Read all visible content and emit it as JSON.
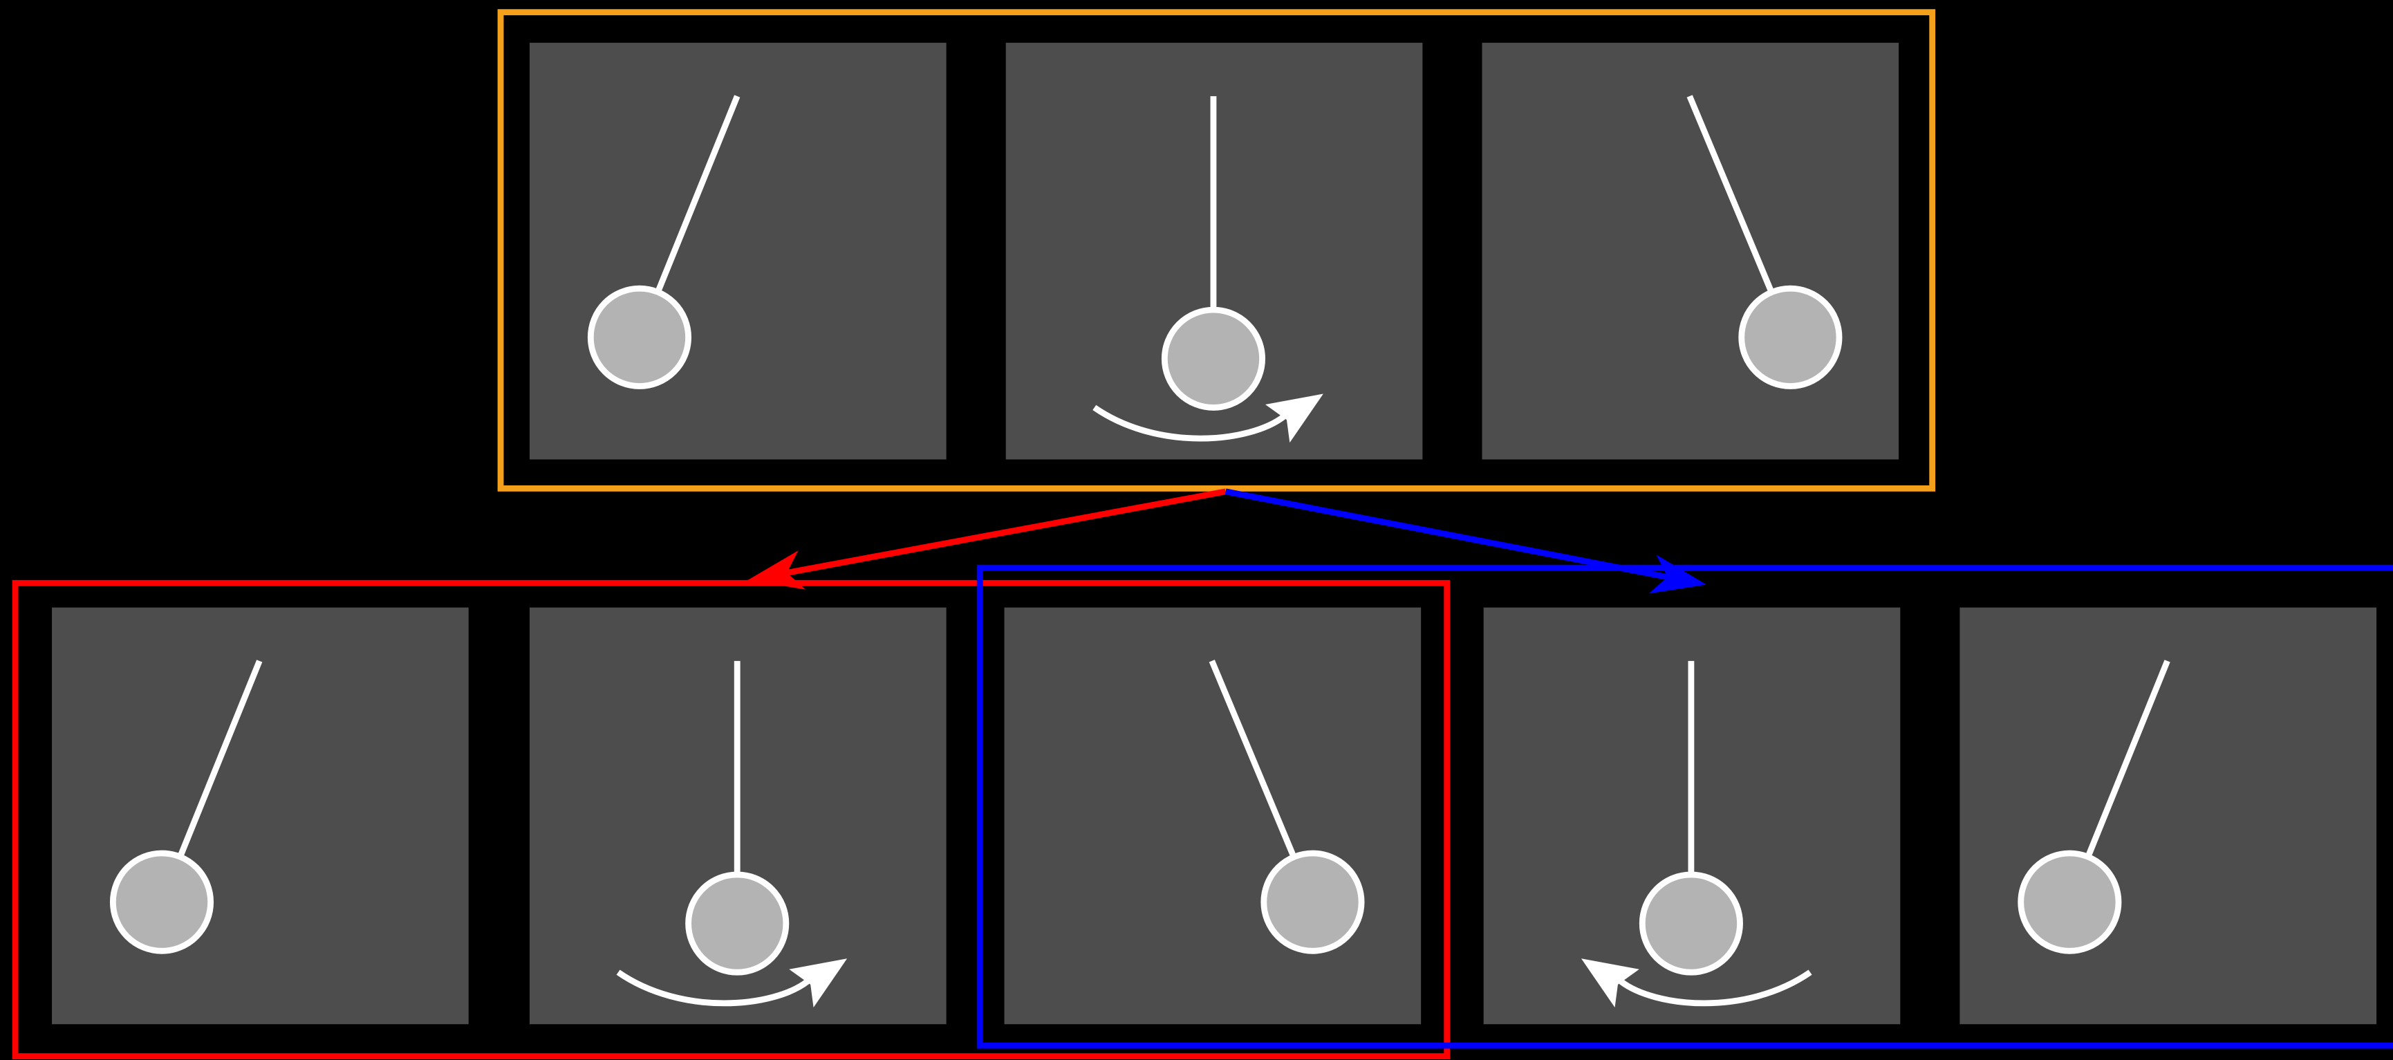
{
  "colors": {
    "background": "#000000",
    "panel": "#4d4d4d",
    "rod": "#ffffff",
    "bob_fill": "#b3b3b3",
    "bob_stroke": "#ffffff",
    "motion_arrow": "#ffffff",
    "top_group": "#f5a01a",
    "red_group": "#ff0000",
    "blue_group": "#0000ff"
  },
  "groups": [
    {
      "id": "top",
      "color_key": "top_group"
    },
    {
      "id": "red",
      "color_key": "red_group"
    },
    {
      "id": "blue",
      "color_key": "blue_group"
    }
  ],
  "frames": [
    {
      "row": "top",
      "pose": "left",
      "motion": "none"
    },
    {
      "row": "top",
      "pose": "center",
      "motion": "swing-right"
    },
    {
      "row": "top",
      "pose": "right",
      "motion": "none"
    },
    {
      "row": "bottom",
      "pose": "left",
      "motion": "none"
    },
    {
      "row": "bottom",
      "pose": "center",
      "motion": "swing-right"
    },
    {
      "row": "bottom",
      "pose": "right",
      "motion": "none"
    },
    {
      "row": "bottom",
      "pose": "center",
      "motion": "swing-left"
    },
    {
      "row": "bottom",
      "pose": "left",
      "motion": "none"
    }
  ],
  "connectors": [
    {
      "from": "top",
      "to": "red",
      "color_key": "red_group"
    },
    {
      "from": "top",
      "to": "blue",
      "color_key": "blue_group"
    }
  ]
}
